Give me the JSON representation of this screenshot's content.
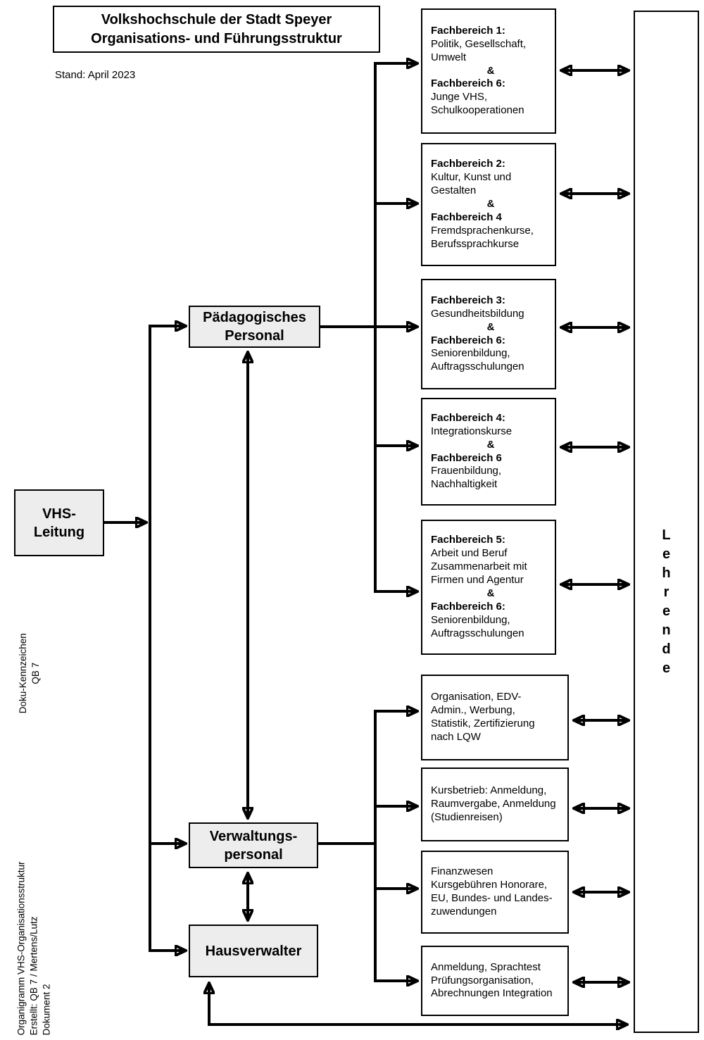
{
  "meta": {
    "title": "Volkshochschule der Stadt Speyer\nOrganisations- und Führungsstruktur",
    "stand": "Stand: April 2023",
    "doku": "Doku-Kennzeichen\nQB 7",
    "footer": "Organigramm VHS-Organisationsstruktur\nErstellt: QB 7 / Mertens/Lutz\nDokument 2"
  },
  "nodes": {
    "leitung": "VHS-\nLeitung",
    "paedagogisch": "Pädagogisches\nPersonal",
    "verwaltung": "Verwaltungs-\npersonal",
    "hausverwalter": "Hausverwalter",
    "lehrende": "Lehrende"
  },
  "fachbereiche": [
    {
      "t1": "Fachbereich 1:",
      "b1": "Politik, Gesellschaft,\nUmwelt",
      "amp": "&",
      "t2": "Fachbereich 6:",
      "b2": "Junge VHS,\nSchulkooperationen"
    },
    {
      "t1": "Fachbereich 2:",
      "b1": "Kultur, Kunst und\nGestalten",
      "amp": "&",
      "t2": "Fachbereich 4",
      "b2": "Fremdsprachenkurse,\nBerufssprachkurse"
    },
    {
      "t1": "Fachbereich 3:",
      "b1": "Gesundheitsbildung",
      "amp": "&",
      "t2": "Fachbereich 6:",
      "b2": "Seniorenbildung,\nAuftragsschulungen"
    },
    {
      "t1": "Fachbereich 4:",
      "b1": "Integrationskurse",
      "amp": "&",
      "t2": "Fachbereich 6",
      "b2": "Frauenbildung,\nNachhaltigkeit"
    },
    {
      "t1": "Fachbereich 5:",
      "b1": "Arbeit und Beruf\nZusammenarbeit mit\nFirmen und Agentur",
      "amp": "&",
      "t2": "Fachbereich 6:",
      "b2": "Seniorenbildung,\nAuftragsschulungen"
    }
  ],
  "verwaltungsaufgaben": [
    "Organisation, EDV-\nAdmin., Werbung,\nStatistik, Zertifizierung\nnach LQW",
    "Kursbetrieb: Anmeldung,\nRaumvergabe, Anmeldung\n(Studienreisen)",
    "Finanzwesen\nKursgebühren Honorare,\nEU, Bundes- und Landes-\nzuwendungen",
    "Anmeldung, Sprachtest\nPrüfungsorganisation,\nAbrechnungen Integration"
  ],
  "colors": {
    "node_fill": "#ededed",
    "box_fill": "#ffffff",
    "line": "#000000"
  }
}
